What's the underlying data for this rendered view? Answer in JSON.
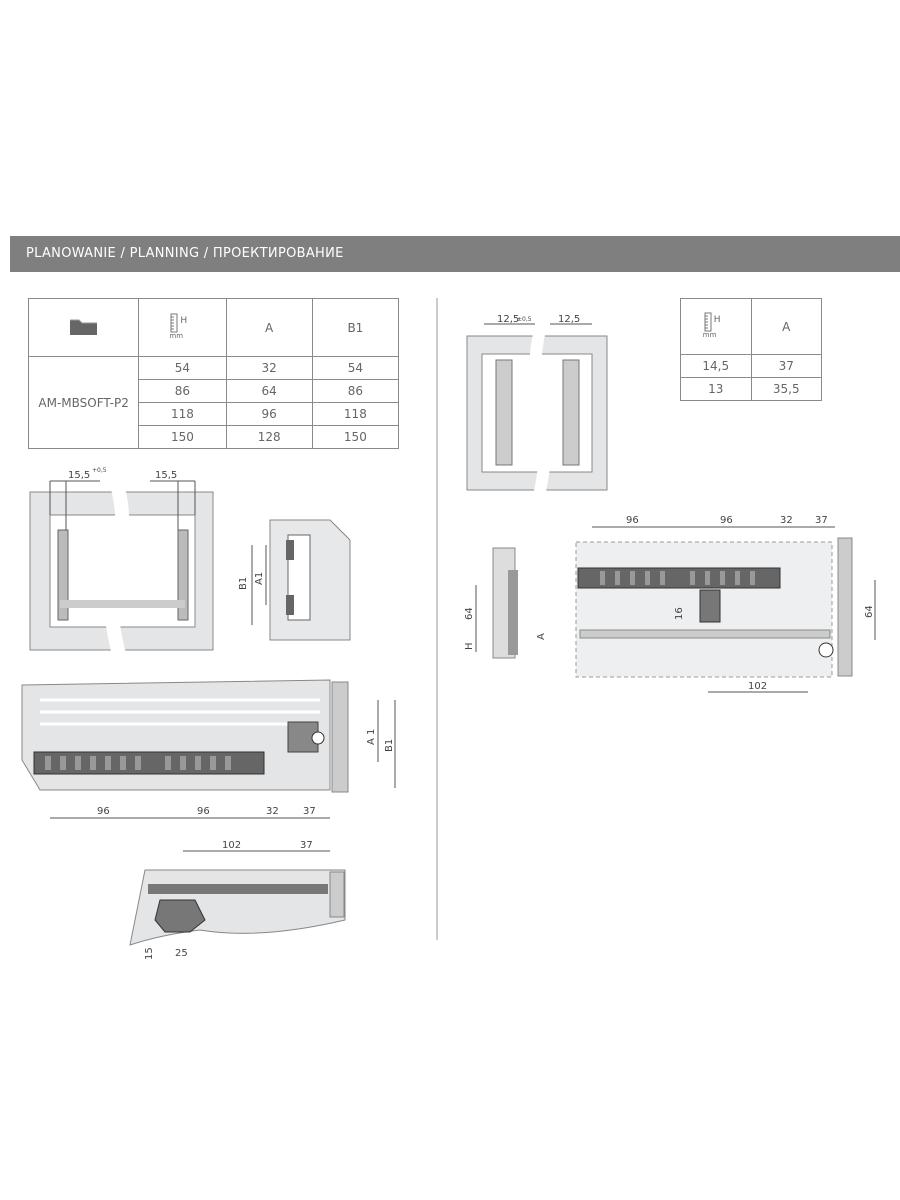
{
  "header": {
    "title": "PLANOWANIE / PLANNING / ПРОЕКТИРОВАНИЕ"
  },
  "table_left": {
    "headers": [
      "folder-icon",
      "H mm",
      "A",
      "B1"
    ],
    "h_label": "H",
    "mm_label": "mm",
    "col_a": "A",
    "col_b1": "B1",
    "model": "AM-MBSOFT-P2",
    "rows": [
      {
        "h": "54",
        "a": "32",
        "b1": "54"
      },
      {
        "h": "86",
        "a": "64",
        "b1": "86"
      },
      {
        "h": "118",
        "a": "96",
        "b1": "118"
      },
      {
        "h": "150",
        "a": "128",
        "b1": "150"
      }
    ]
  },
  "table_right": {
    "h_label": "H",
    "mm_label": "mm",
    "col_a": "A",
    "rows": [
      {
        "h": "14,5",
        "a": "37"
      },
      {
        "h": "13",
        "a": "35,5"
      }
    ]
  },
  "dimensions": {
    "front_left": {
      "gap_left": "15,5",
      "tol": "+0,5",
      "gap_right": "15,5"
    },
    "side_small": {
      "b1": "B1",
      "a1": "A1"
    },
    "side_large": {
      "d1": "96",
      "d2": "96",
      "d3": "32",
      "d4": "37",
      "a1": "A 1",
      "b1": "B1"
    },
    "detail": {
      "d1": "102",
      "d2": "37",
      "v": "15",
      "h": "25"
    },
    "front_right": {
      "gap_left": "12,5",
      "tol": "±0,5",
      "gap_right": "12,5"
    },
    "side_right": {
      "d1": "96",
      "d2": "96",
      "d3": "32",
      "d4": "37",
      "h64a": "64",
      "h16": "16",
      "hH": "H",
      "hA": "A",
      "h64b": "64",
      "d102": "102"
    }
  }
}
